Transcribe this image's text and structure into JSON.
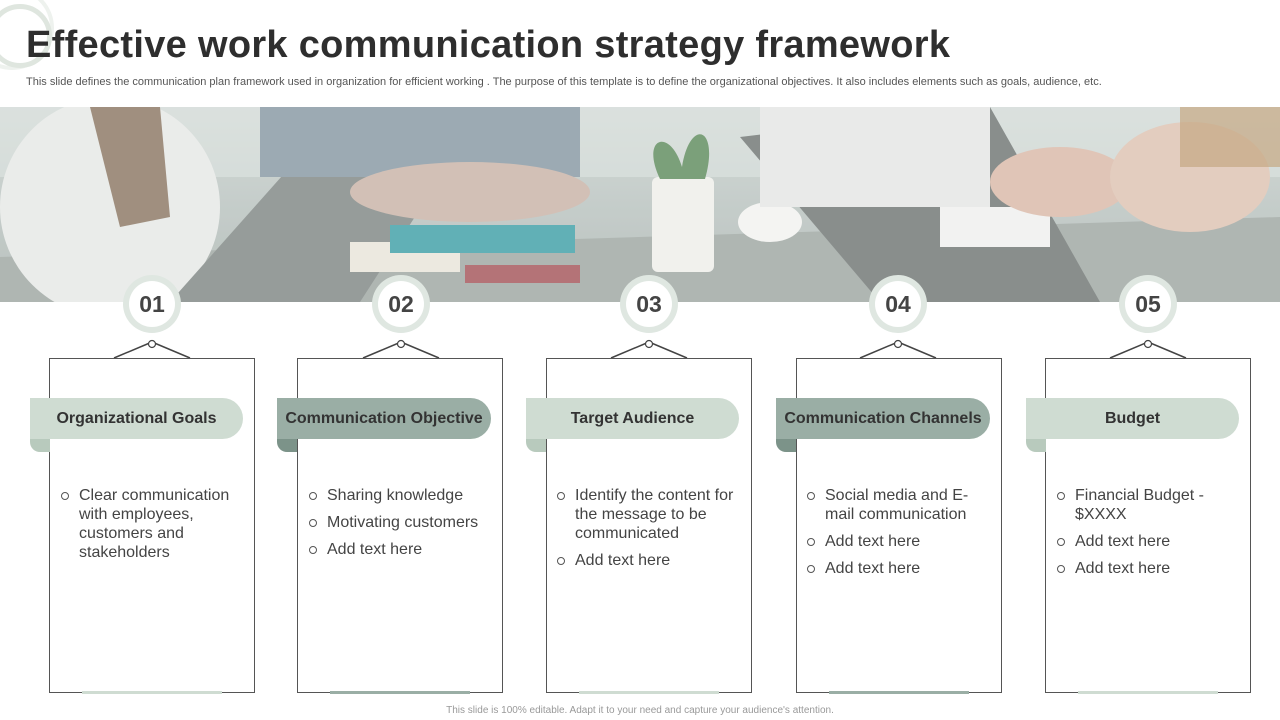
{
  "title": "Effective work communication strategy framework",
  "subtitle": "This slide defines the communication plan framework used in organization for efficient working . The purpose of this template is to define the organizational objectives. It also includes elements such as goals, audience, etc.",
  "banner": {
    "icon": "meeting-photo"
  },
  "columns": [
    {
      "number": "01",
      "heading": "Organizational Goals",
      "style": "light",
      "bullets": [
        "Clear communication with employees, customers and stakeholders"
      ]
    },
    {
      "number": "02",
      "heading": "Communication Objective",
      "style": "dark",
      "bullets": [
        "Sharing knowledge",
        "Motivating customers",
        "Add text here"
      ]
    },
    {
      "number": "03",
      "heading": "Target Audience",
      "style": "light",
      "bullets": [
        "Identify the content for the message to be communicated",
        "Add text here"
      ]
    },
    {
      "number": "04",
      "heading": "Communication Channels",
      "style": "dark",
      "bullets": [
        "Social media and E-mail communication",
        "Add text here",
        "Add text here"
      ]
    },
    {
      "number": "05",
      "heading": "Budget",
      "style": "light",
      "bullets": [
        "Financial Budget - $XXXX",
        "Add text here",
        "Add text here"
      ]
    }
  ],
  "footer": "This slide is 100% editable. Adapt it to your need and capture your audience's attention.",
  "colors": {
    "accent_light": "#cfdcd2",
    "accent_dark": "#9aaea5",
    "ring": "#dfe7e1"
  }
}
